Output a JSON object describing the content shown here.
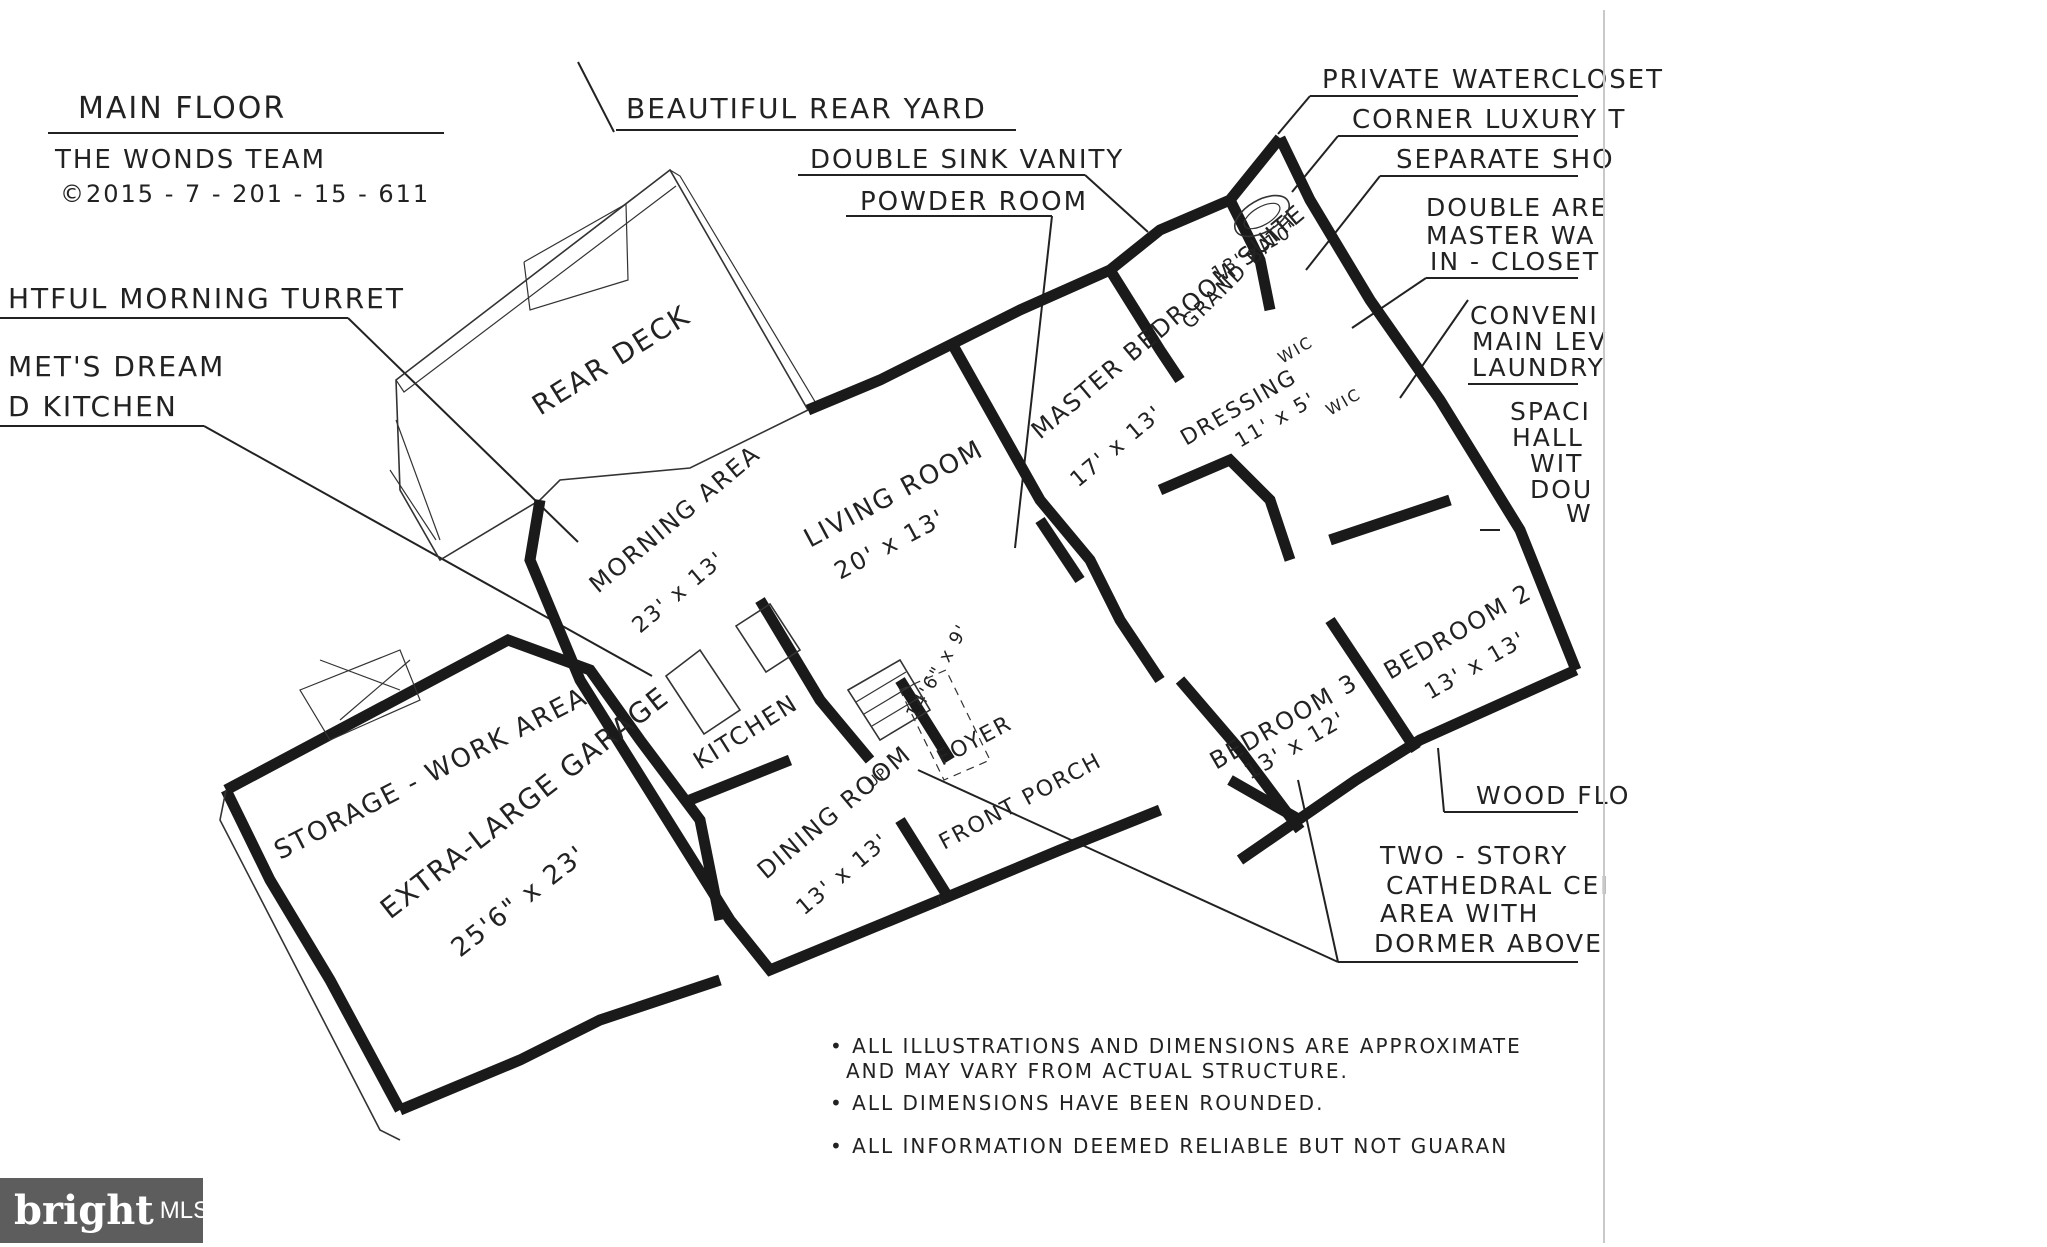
{
  "header": {
    "title": "MAIN FLOOR",
    "author": "THE WONDS TEAM",
    "copyright": "©2015 - 7 - 201 - 15 - 611"
  },
  "rooms": {
    "rear_deck": "REAR DECK",
    "living_room": "LIVING ROOM",
    "living_room_size": "20' x 13'",
    "morning_area": "MORNING AREA",
    "morning_area_size": "23' x 13'",
    "kitchen": "KITCHEN",
    "master_suite": "MASTER BEDROOM SUITE",
    "master_suite_size": "17' x 13'",
    "dressing": "DRESSING",
    "dressing_size": "11' x 5'",
    "grand_bath": "GRAND BATH",
    "grand_bath_size": "13' x 10'",
    "wic_1": "WIC",
    "wic_2": "WIC",
    "bedroom_2": "BEDROOM 2",
    "bedroom_2_size": "13' x 13'",
    "bedroom_3": "BEDROOM 3",
    "bedroom_3_size": "13' x 12'",
    "foyer": "FOYER",
    "foyer_size": "14'6\" x 9'",
    "front_porch": "FRONT PORCH",
    "dining_room": "DINING ROOM",
    "dining_room_size": "13' x 13'",
    "storage": "STORAGE - WORK AREA",
    "garage": "EXTRA-LARGE GARAGE",
    "garage_size": "25'6\" x 23'",
    "up": "UP"
  },
  "callouts": {
    "rear_yard": "BEAUTIFUL REAR YARD",
    "double_sink": "DOUBLE SINK VANITY",
    "powder_room": "POWDER ROOM",
    "private_wc": "PRIVATE WATERCLOSET",
    "corner_tub": "CORNER LUXURY T",
    "separate_shower": "SEPARATE SHO",
    "double_area_1": "DOUBLE ARE",
    "double_area_2": "MASTER WA",
    "double_area_3": "IN - CLOSET",
    "convenient_1": "CONVENI",
    "convenient_2": "MAIN LEV",
    "convenient_3": "LAUNDRY",
    "spacious_1": "SPACI",
    "spacious_2": "HALL",
    "spacious_3": "WIT",
    "spacious_4": "DOU",
    "spacious_5": "W",
    "morning_turret": "HTFUL MORNING TURRET",
    "dream_kitchen_1": "MET'S DREAM",
    "dream_kitchen_2": "D KITCHEN",
    "wood_floor": "WOOD FLO",
    "two_story_1": "TWO - STORY",
    "two_story_2": "CATHEDRAL CEI",
    "two_story_3": "AREA  WITH",
    "two_story_4": "DORMER ABOVE"
  },
  "notes": [
    "• ALL ILLUSTRATIONS AND DIMENSIONS ARE APPROXIMATE",
    "AND MAY VARY FROM ACTUAL STRUCTURE.",
    "• ALL DIMENSIONS HAVE BEEN ROUNDED.",
    "• ALL INFORMATION DEEMED RELIABLE BUT NOT GUARAN"
  ],
  "watermark": {
    "brand": "bright",
    "suffix": "MLS"
  }
}
